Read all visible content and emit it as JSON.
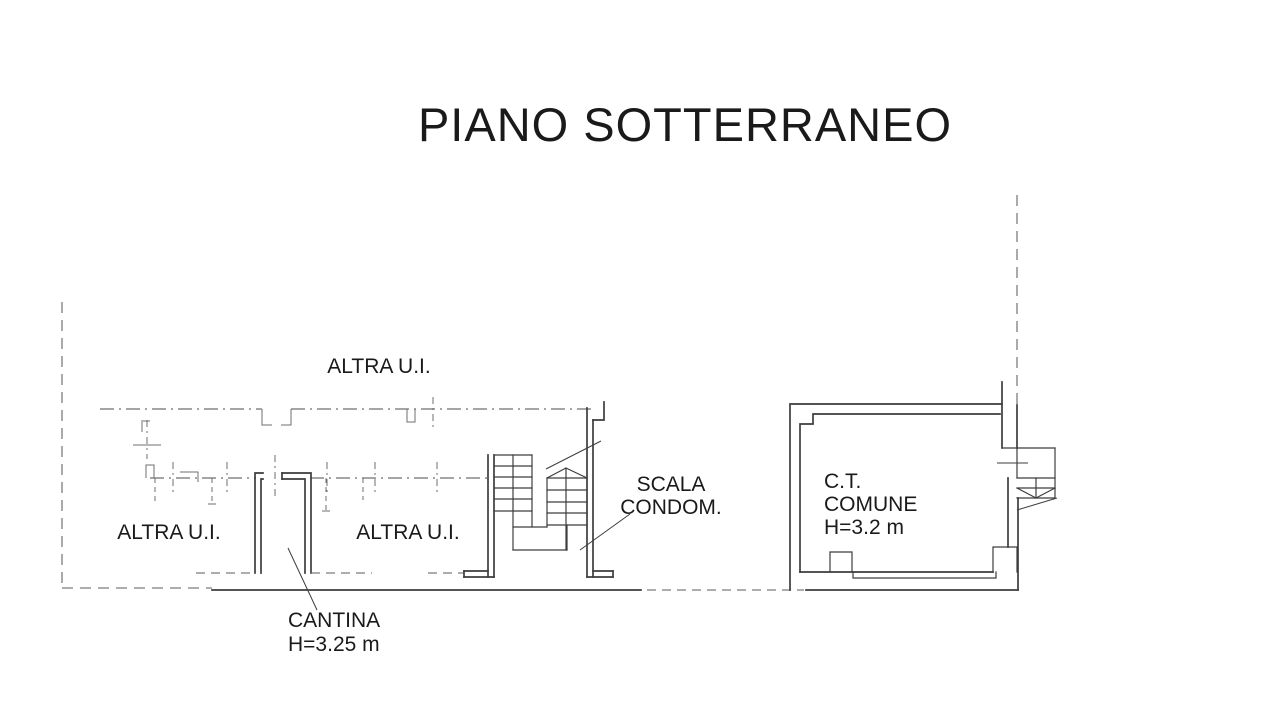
{
  "title": "PIANO SOTTERRANEO",
  "labels": {
    "unit_top": "ALTRA U.I.",
    "unit_left": "ALTRA U.I.",
    "unit_middle": "ALTRA U.I.",
    "stair": [
      "SCALA",
      "CONDOM."
    ],
    "boiler_room": [
      "C.T.",
      "COMUNE",
      "H=3.2 m"
    ],
    "cellar": [
      "CANTINA",
      "H=3.25 m"
    ]
  },
  "colors": {
    "background": "#ffffff",
    "wall": "#3d3d3d",
    "dashed": "#7c7c7c",
    "dashed2": "#6f6f6f",
    "text": "#1a1a1a"
  }
}
